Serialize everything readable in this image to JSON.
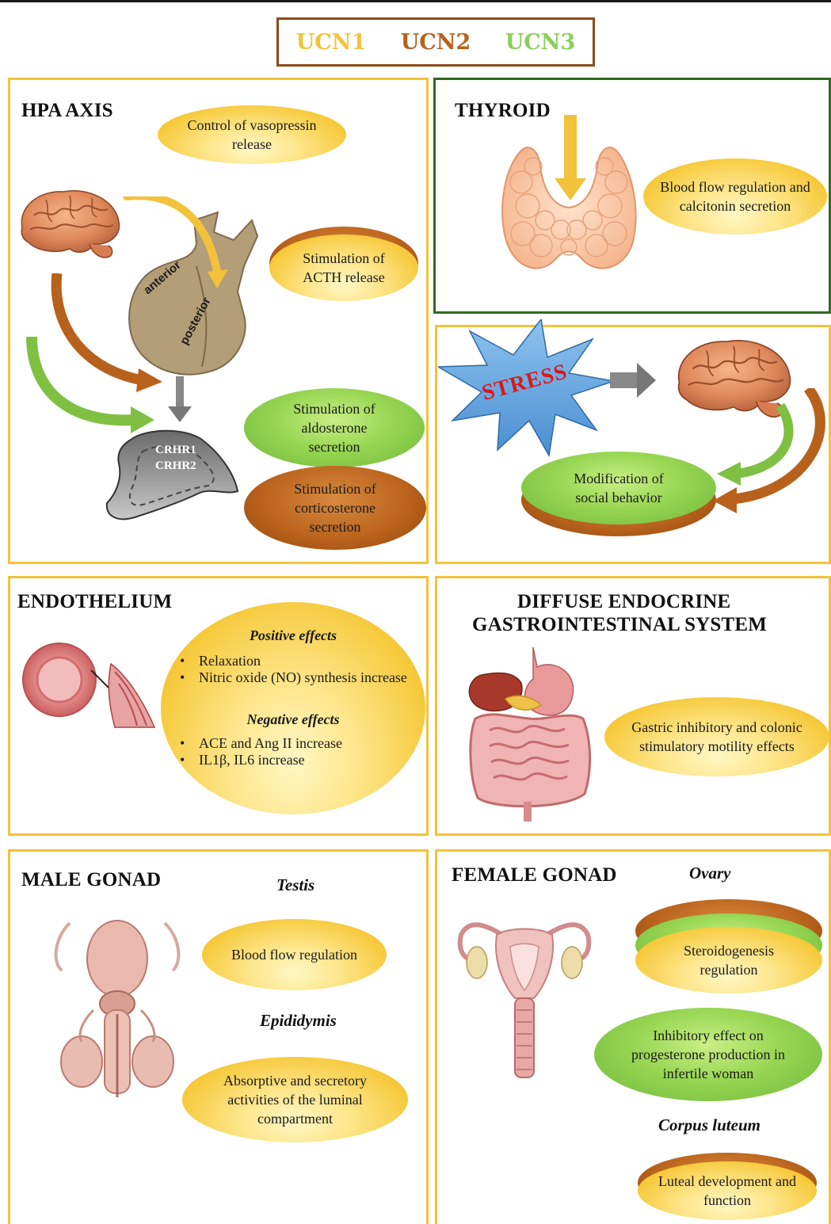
{
  "legend": {
    "items": [
      {
        "label": "UCN1",
        "color": "#f2c33a"
      },
      {
        "label": "UCN2",
        "color": "#b8611c"
      },
      {
        "label": "UCN3",
        "color": "#8bcf5a"
      }
    ]
  },
  "hpa": {
    "title": "HPA AXIS",
    "vasopressin": "Control of vasopressin release",
    "acth": "Stimulation of ACTH release",
    "aldosterone": "Stimulation of aldosterone secretion",
    "corticosterone": "Stimulation of corticosterone secretion",
    "anterior": "anterior",
    "posterior": "posterior",
    "crhr1": "CRHR1",
    "crhr2": "CRHR2"
  },
  "thyroid": {
    "title": "THYROID",
    "effect": "Blood flow regulation and calcitonin secretion"
  },
  "stress": {
    "label": "STRESS",
    "effect": "Modification of social behavior"
  },
  "endothelium": {
    "title": "ENDOTHELIUM",
    "positive_title": "Positive effects",
    "positive": [
      "Relaxation",
      "Nitric oxide (NO) synthesis increase"
    ],
    "negative_title": "Negative effects",
    "negative": [
      "ACE and Ang II increase",
      "IL1β, IL6 increase"
    ]
  },
  "gi": {
    "title_line1": "DIFFUSE ENDOCRINE",
    "title_line2": "GASTROINTESTINAL SYSTEM",
    "effect": "Gastric inhibitory and colonic stimulatory motility effects"
  },
  "male": {
    "title": "MALE GONAD",
    "testis": "Testis",
    "testis_effect": "Blood flow regulation",
    "epididymis": "Epididymis",
    "epididymis_effect": "Absorptive and secretory activities of the luminal compartment"
  },
  "female": {
    "title": "FEMALE GONAD",
    "ovary": "Ovary",
    "steroid": "Steroidogenesis regulation",
    "inhibitory": "Inhibitory effect on progesterone production in infertile woman",
    "corpus": "Corpus luteum",
    "luteal": "Luteal development and function"
  }
}
